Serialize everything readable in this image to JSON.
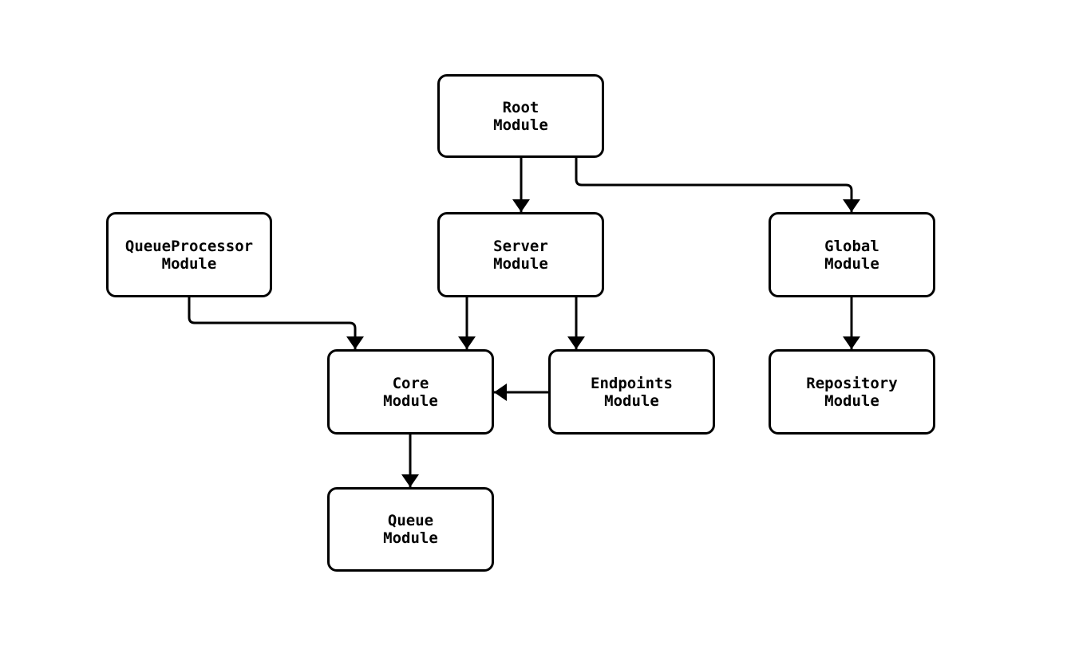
{
  "diagram": {
    "type": "module-dependency-diagram",
    "nodes": [
      {
        "id": "root",
        "label": "Root\nModule"
      },
      {
        "id": "queueprocessor",
        "label": "QueueProcessor\nModule"
      },
      {
        "id": "server",
        "label": "Server\nModule"
      },
      {
        "id": "global",
        "label": "Global\nModule"
      },
      {
        "id": "core",
        "label": "Core\nModule"
      },
      {
        "id": "endpoints",
        "label": "Endpoints\nModule"
      },
      {
        "id": "repository",
        "label": "Repository\nModule"
      },
      {
        "id": "queue",
        "label": "Queue\nModule"
      }
    ],
    "edges": [
      {
        "from": "root",
        "to": "server"
      },
      {
        "from": "root",
        "to": "global"
      },
      {
        "from": "queueprocessor",
        "to": "core"
      },
      {
        "from": "server",
        "to": "core"
      },
      {
        "from": "server",
        "to": "endpoints"
      },
      {
        "from": "endpoints",
        "to": "core"
      },
      {
        "from": "global",
        "to": "repository"
      },
      {
        "from": "core",
        "to": "queue"
      }
    ],
    "colors": {
      "stroke": "#000000",
      "node_fill": "#ffffff",
      "text": "#000000",
      "background": "#ffffff"
    }
  }
}
